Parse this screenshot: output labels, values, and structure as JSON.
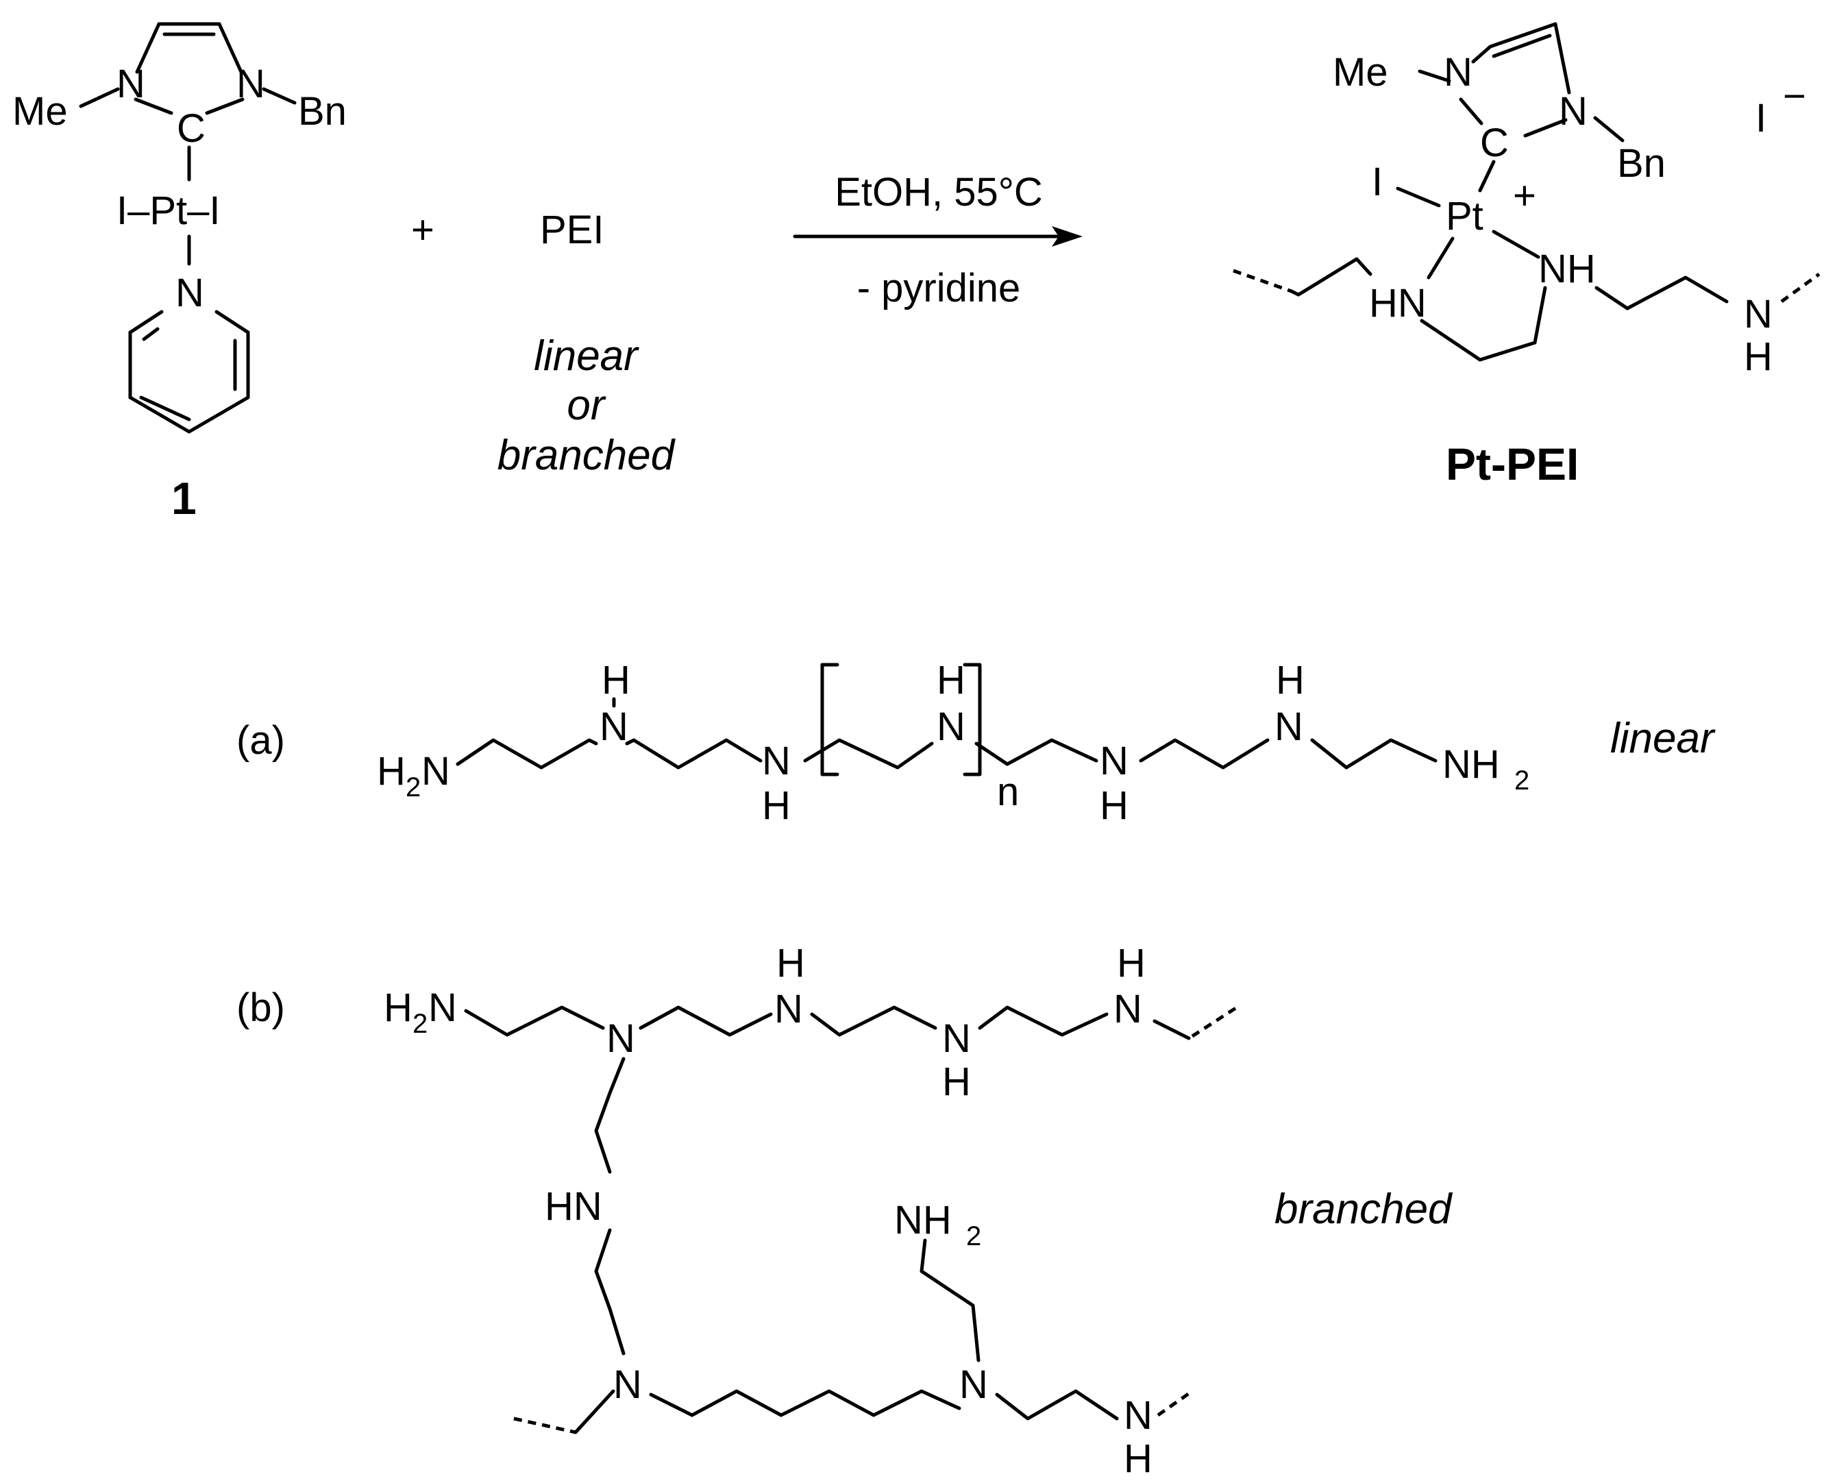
{
  "reaction": {
    "plus": "+",
    "reactant_label": "PEI",
    "conditions_top": "EtOH, 55°C",
    "conditions_bottom": "- pyridine",
    "pei_types": [
      "linear",
      "or",
      "branched"
    ],
    "compound_1_label": "1",
    "product_label": "Pt-PEI"
  },
  "complex_1": {
    "me": "Me",
    "n1": "N",
    "n2": "N",
    "bn": "Bn",
    "c": "C",
    "pt_row": "I–Pt–I",
    "n_pyridine": "N"
  },
  "product": {
    "me": "Me",
    "n1": "N",
    "n2": "N",
    "c": "C",
    "bn": "Bn",
    "iodide": "I",
    "iodide_charge": "−",
    "i": "I",
    "pt": "Pt",
    "cation_charge": "+",
    "hn": "HN",
    "nh": "NH",
    "n_end": "N",
    "h_end": "H"
  },
  "panel_a": {
    "label": "(a)",
    "type_label": "linear",
    "h2n": "H",
    "h2n_sub": "2",
    "h2n_n": "N",
    "n": "N",
    "h": "H",
    "repeat": "n",
    "nh2_n": "NH",
    "nh2_sub": "2"
  },
  "panel_b": {
    "label": "(b)",
    "type_label": "branched",
    "h2n": "H",
    "h2n_sub": "2",
    "h2n_n": "N",
    "n": "N",
    "h": "H",
    "hn": "HN",
    "nh2_n": "NH",
    "nh2_sub": "2"
  }
}
